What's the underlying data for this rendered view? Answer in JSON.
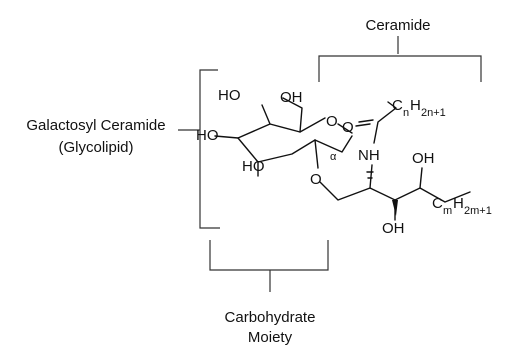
{
  "labels": {
    "ceramide": "Ceramide",
    "galactosyl_line1": "Galactosyl Ceramide",
    "galactosyl_line2": "(Glycolipid)",
    "carbohydrate_line1": "Carbohydrate",
    "carbohydrate_line2": "Moiety"
  },
  "atoms": {
    "ho1": "HO",
    "oh1": "OH",
    "ho2": "HO",
    "ho3": "HO",
    "ring_o": "O",
    "alpha": "α",
    "glyco_o": "O",
    "carbonyl_o": "O",
    "nh": "NH",
    "oh_upper": "OH",
    "oh_lower": "OH",
    "acyl_c": "C",
    "acyl_n": "n",
    "acyl_h": "H",
    "acyl_sub": "2n+1",
    "alkyl_c": "C",
    "alkyl_m": "m",
    "alkyl_h": "H",
    "alkyl_sub": "2m+1"
  }
}
